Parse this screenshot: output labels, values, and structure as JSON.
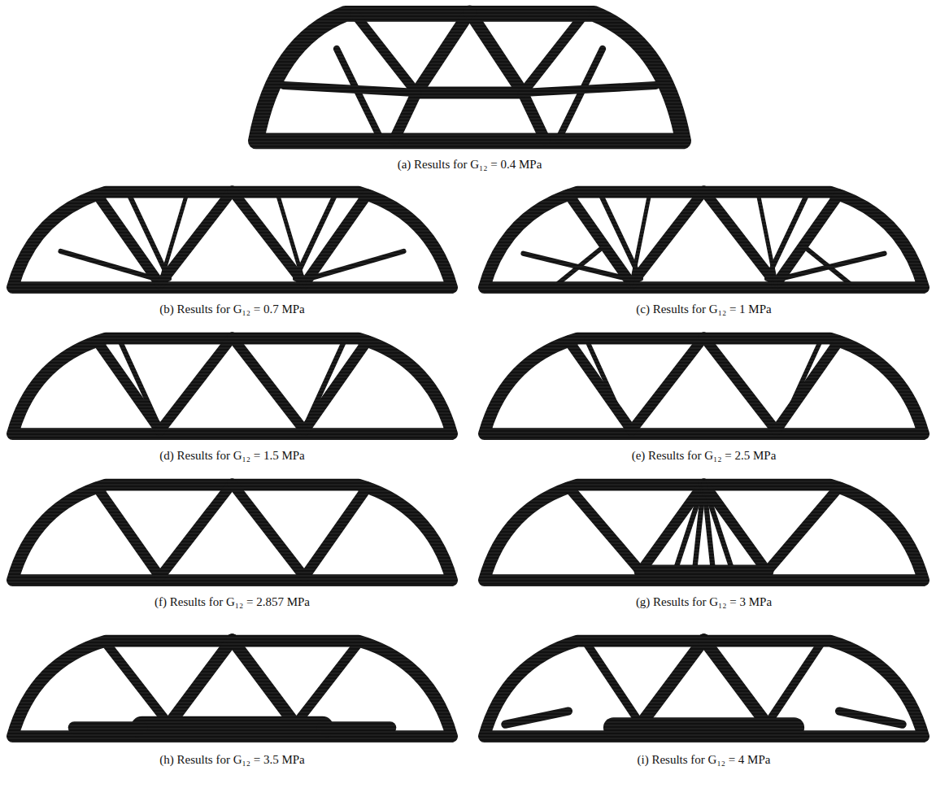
{
  "diagram": {
    "labels": [
      "(a) Results for G₁₂ = 0.4 MPa",
      "(b) Results for G₁₂ = 0.7 MPa",
      "(c) Results for G₁₂ = 1 MPa",
      "(d) Results for G₁₂ = 1.5 MPa",
      "(e) Results for G₁₂ = 2.5 MPa",
      "(f) Results for G₁₂ = 2.857 MPa",
      "(g) Results for G₁₂ = 3 MPa",
      "(h) Results for G₁₂ = 3.5 MPa",
      "(i) Results for G₁₂ = 4 MPa"
    ]
  }
}
